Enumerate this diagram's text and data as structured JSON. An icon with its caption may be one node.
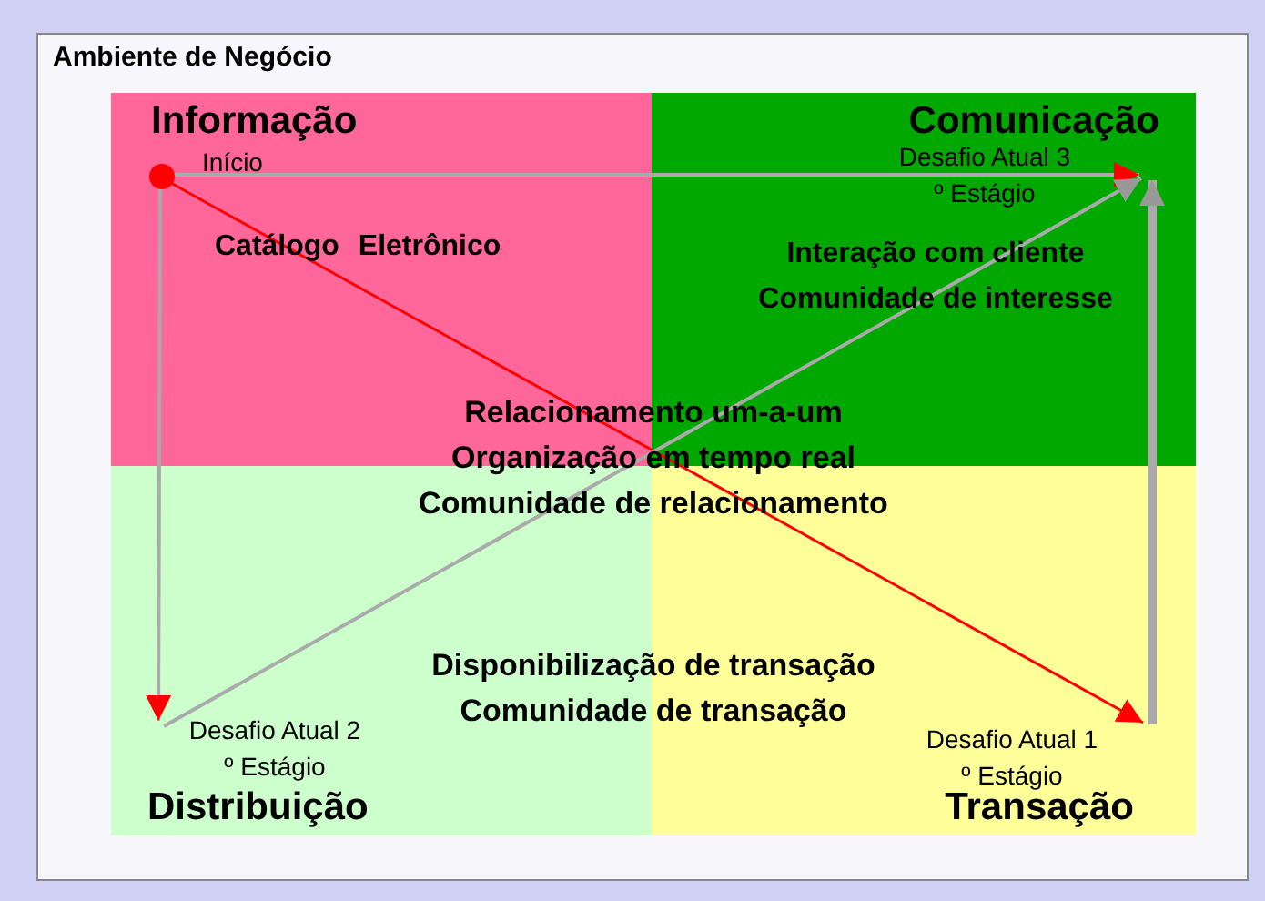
{
  "diagram": {
    "nodes": [
      {
        "text": [
          "Ambiente de Negócio"
        ]
      },
      {
        "text": [
          "Informação",
          "Catálogo Eletrônico"
        ],
        "in": 0
      },
      {
        "text": [
          "Comunicação",
          "Interação com cliente",
          "Comunidade de interesse"
        ],
        "in": 0
      },
      {
        "text": [
          "Distribuição"
        ],
        "in": 0
      },
      {
        "text": [
          "Transação"
        ],
        "in": 0
      },
      {
        "text": [],
        "shape": "circle",
        "beside": [
          "Início"
        ],
        "in": 1
      },
      {
        "text": [
          "Desafio Atual 3 º Estágio"
        ],
        "in": 2
      },
      {
        "text": [
          "Desafio Atual 2 º Estágio"
        ],
        "in": 3
      },
      {
        "text": [
          "Desafio Atual 1 º Estágio"
        ],
        "in": 4
      }
    ],
    "edges": [
      {
        "from": 5,
        "to": 6,
        "arrow": "to"
      },
      {
        "from": 5,
        "to": 7,
        "arrow": "to"
      },
      {
        "from": 5,
        "to": 8,
        "arrow": "to",
        "color": "#ff0000"
      },
      {
        "from": 7,
        "to": 6,
        "arrow": "to"
      },
      {
        "from": 8,
        "to": 6,
        "arrow": "to",
        "style": "thick"
      }
    ],
    "labels": [
      "Relacionamento um-a-um",
      "Organização em tempo real",
      "Comunidade de relacionamento",
      "Disponibilização   de transação",
      "Comunidade de transação"
    ]
  }
}
